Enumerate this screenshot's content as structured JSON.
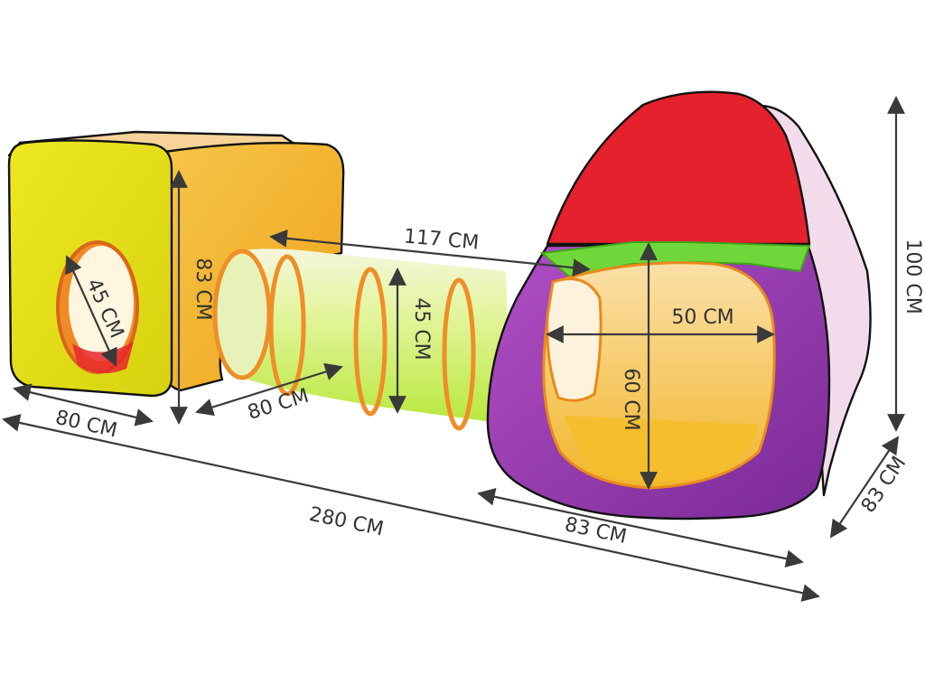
{
  "colors": {
    "cube_yellow": "#e8e21a",
    "cube_orange": "#f3b21c",
    "tunnel_green": "#c8ee4a",
    "tunnel_orange": "#f0942a",
    "tent_red": "#e8202a",
    "tent_purple": "#9a3fb0",
    "tent_yellow": "#f6b82a",
    "tent_green": "#6ad62c"
  },
  "dimensions": {
    "cube_hole_diameter": "45 CM",
    "cube_height": "83 CM",
    "cube_width_front": "80 CM",
    "cube_depth": "80 CM",
    "tunnel_length": "117 CM",
    "tunnel_diameter": "45 CM",
    "tent_door_width": "50 CM",
    "tent_door_height": "60 CM",
    "tent_height": "100 CM",
    "tent_width": "83 CM",
    "tent_depth": "83 CM",
    "total_length": "280 CM"
  }
}
